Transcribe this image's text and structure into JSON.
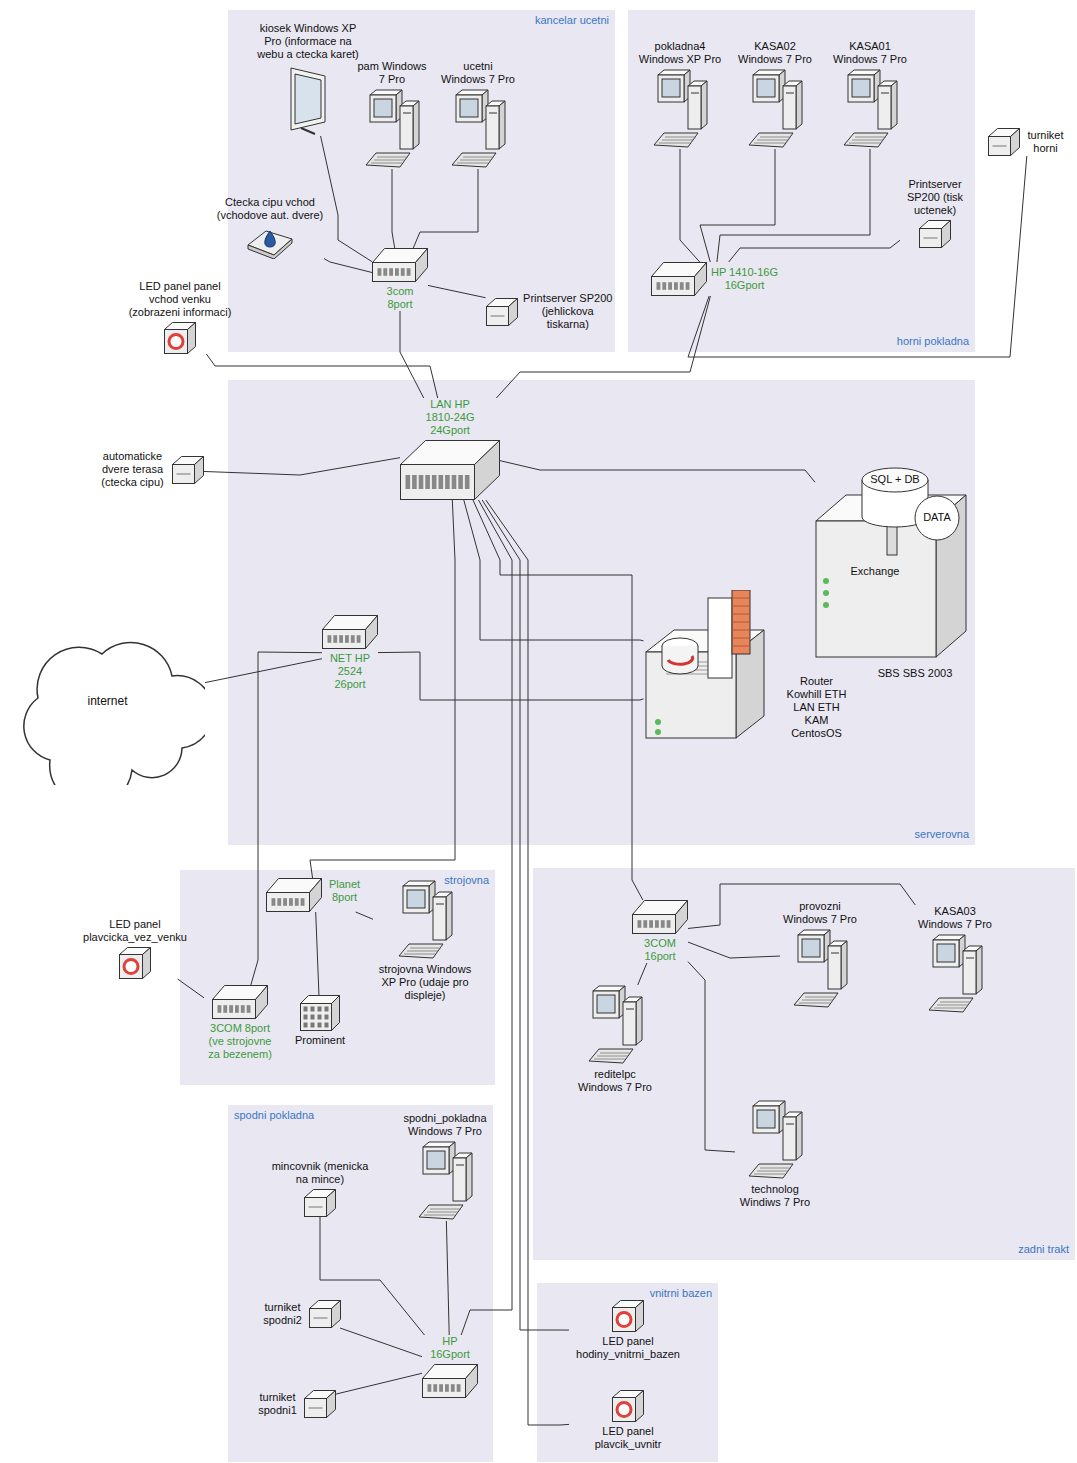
{
  "diagram": {
    "nodes": [
      {
        "text": [
          "kancelar ucetni"
        ]
      },
      {
        "text": [
          "kiosek Windows XP Pro (informace na webu a ctecka karet)"
        ],
        "in": 0
      },
      {
        "text": [
          "pam Windows 7 Pro"
        ],
        "in": 0
      },
      {
        "text": [
          "ucetni Windows 7 Pro"
        ],
        "in": 0
      },
      {
        "text": [
          "Ctecka cipu vchod (vchodove aut. dvere)"
        ],
        "in": 0
      },
      {
        "text": [
          "3com 8port"
        ],
        "in": 0
      },
      {
        "text": [
          "Printserver SP200 (jehlickova tiskarna)"
        ],
        "in": 0
      },
      {
        "text": [
          "horni pokladna"
        ]
      },
      {
        "text": [
          "pokladna4 Windows XP Pro"
        ],
        "in": 7
      },
      {
        "text": [
          "KASA02 Windows 7 Pro"
        ],
        "in": 7
      },
      {
        "text": [
          "KASA01 Windows 7 Pro"
        ],
        "in": 7
      },
      {
        "text": [
          "Printserver SP200 (tisk uctenek)"
        ],
        "in": 7
      },
      {
        "text": [
          "HP 1410-16G 16Gport"
        ],
        "in": 7
      },
      {
        "text": [
          "turniket horni"
        ]
      },
      {
        "text": [
          "LED panel panel vchod venku (zobrazeni informaci)"
        ]
      },
      {
        "text": [
          "serverovna"
        ]
      },
      {
        "text": [
          "LAN HP 1810-24G 24Gport"
        ],
        "in": 15
      },
      {
        "text": [
          "automaticke dvere terasa (ctecka cipu)"
        ]
      },
      {
        "text": [
          "internet"
        ]
      },
      {
        "text": [
          "NET HP 2524 26port"
        ],
        "in": 15
      },
      {
        "text": [
          "SQL + DB",
          "DATA",
          "Exchange",
          "SBS SBS 2003"
        ],
        "in": 15
      },
      {
        "text": [
          "Router Kowhill ETH LAN ETH KAM CentosOS"
        ],
        "in": 15
      },
      {
        "text": [
          "strojovna"
        ]
      },
      {
        "text": [
          "Planet 8port"
        ],
        "in": 22
      },
      {
        "text": [
          "strojovna Windows XP Pro (udaje pro displeje)"
        ],
        "in": 22
      },
      {
        "text": [
          "3COM 8port (ve strojovne za bezenem)"
        ],
        "in": 22
      },
      {
        "text": [
          "Prominent"
        ],
        "in": 22
      },
      {
        "text": [
          "LED panel plavcicka_vez_venku"
        ]
      },
      {
        "text": [
          "zadni trakt"
        ]
      },
      {
        "text": [
          "3COM 16port"
        ],
        "in": 28
      },
      {
        "text": [
          "provozni Windows 7 Pro"
        ],
        "in": 28
      },
      {
        "text": [
          "KASA03 Windows 7 Pro"
        ],
        "in": 28
      },
      {
        "text": [
          "reditelpc Windows 7 Pro"
        ],
        "in": 28
      },
      {
        "text": [
          "technolog Windiws 7 Pro"
        ],
        "in": 28
      },
      {
        "text": [
          "spodni pokladna"
        ]
      },
      {
        "text": [
          "spodni_pokladna Windows 7 Pro"
        ],
        "in": 34
      },
      {
        "text": [
          "mincovnik (menicka na mince)"
        ],
        "in": 34
      },
      {
        "text": [
          "turniket spodni2"
        ],
        "in": 34
      },
      {
        "text": [
          "turniket spodni1"
        ],
        "in": 34
      },
      {
        "text": [
          "HP 16Gport"
        ],
        "in": 34
      },
      {
        "text": [
          "vnitrni bazen"
        ]
      },
      {
        "text": [
          "LED panel hodiny_vnitrni_bazen"
        ],
        "in": 40
      },
      {
        "text": [
          "LED panel plavcik_uvnitr"
        ],
        "in": 40
      }
    ],
    "edges": [
      {
        "from": 1,
        "to": 5,
        "arrow": "none"
      },
      {
        "from": 2,
        "to": 5,
        "arrow": "none"
      },
      {
        "from": 3,
        "to": 5,
        "arrow": "none"
      },
      {
        "from": 4,
        "to": 5,
        "arrow": "none"
      },
      {
        "from": 6,
        "to": 5,
        "arrow": "none"
      },
      {
        "from": 8,
        "to": 12,
        "arrow": "none"
      },
      {
        "from": 9,
        "to": 12,
        "arrow": "none"
      },
      {
        "from": 10,
        "to": 12,
        "arrow": "none"
      },
      {
        "from": 11,
        "to": 12,
        "arrow": "none"
      },
      {
        "from": 13,
        "to": 12,
        "arrow": "none"
      },
      {
        "from": 14,
        "to": 16,
        "arrow": "none"
      },
      {
        "from": 5,
        "to": 16,
        "arrow": "none"
      },
      {
        "from": 12,
        "to": 16,
        "arrow": "none"
      },
      {
        "from": 17,
        "to": 16,
        "arrow": "none"
      },
      {
        "from": 16,
        "to": 21,
        "arrow": "none"
      },
      {
        "from": 16,
        "to": 20,
        "arrow": "none"
      },
      {
        "from": 19,
        "to": 21,
        "arrow": "none"
      },
      {
        "from": 18,
        "to": 19,
        "arrow": "none"
      },
      {
        "from": 16,
        "to": 23,
        "arrow": "none"
      },
      {
        "from": 23,
        "to": 24,
        "arrow": "none"
      },
      {
        "from": 23,
        "to": 26,
        "arrow": "none"
      },
      {
        "from": 25,
        "to": 19,
        "arrow": "none"
      },
      {
        "from": 27,
        "to": 25,
        "arrow": "none"
      },
      {
        "from": 16,
        "to": 29,
        "arrow": "none"
      },
      {
        "from": 29,
        "to": 30,
        "arrow": "none"
      },
      {
        "from": 29,
        "to": 31,
        "arrow": "none"
      },
      {
        "from": 29,
        "to": 32,
        "arrow": "none"
      },
      {
        "from": 29,
        "to": 33,
        "arrow": "none"
      },
      {
        "from": 16,
        "to": 39,
        "arrow": "none"
      },
      {
        "from": 16,
        "to": 41,
        "arrow": "none"
      },
      {
        "from": 16,
        "to": 42,
        "arrow": "none"
      },
      {
        "from": 39,
        "to": 35,
        "arrow": "none"
      },
      {
        "from": 39,
        "to": 36,
        "arrow": "none"
      },
      {
        "from": 39,
        "to": 37,
        "arrow": "none"
      },
      {
        "from": 39,
        "to": 38,
        "arrow": "none"
      }
    ]
  }
}
